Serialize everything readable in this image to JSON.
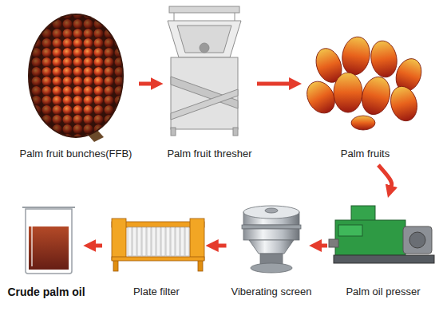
{
  "diagram": {
    "nodes": [
      {
        "text": [
          "Palm fruit bunches(FFB)"
        ]
      },
      {
        "text": [
          "Palm fruit thresher"
        ]
      },
      {
        "text": [
          "Palm fruits"
        ]
      },
      {
        "text": [
          "Palm oil presser"
        ]
      },
      {
        "text": [
          "Viberating screen"
        ]
      },
      {
        "text": [
          "Plate filter"
        ]
      },
      {
        "text": [
          "Crude palm oil"
        ]
      }
    ],
    "edges": [
      {
        "from": 0,
        "to": 1,
        "arrow": "to"
      },
      {
        "from": 1,
        "to": 2,
        "arrow": "to"
      },
      {
        "from": 2,
        "to": 3,
        "arrow": "to"
      },
      {
        "from": 3,
        "to": 4,
        "arrow": "to"
      },
      {
        "from": 4,
        "to": 5,
        "arrow": "to"
      },
      {
        "from": 5,
        "to": 6,
        "arrow": "to"
      }
    ]
  }
}
